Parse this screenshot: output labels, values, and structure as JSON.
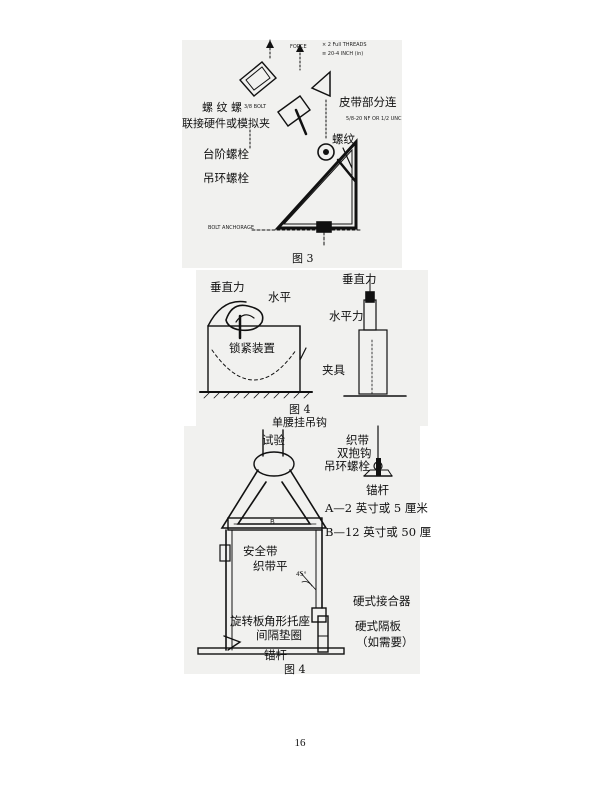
{
  "figure3": {
    "caption": "图 3",
    "labels": {
      "threaded_screw": "螺 纹 螺",
      "connection_hardware": "联接硬件或模拟夹",
      "belt_connection": "皮带部分连",
      "thread": "螺纹",
      "step_bolt": "台阶螺栓",
      "eye_bolt": "吊环螺栓"
    },
    "small_text": {
      "force": "FORCE",
      "note1": "× 2 Full THREADS",
      "note2": "≡ 20-4 INCH (in)",
      "bolt": "3/8 BOLT",
      "nut": "5/8-20 NF OR 1/2 UNC",
      "bolt_anchorage": "BOLT ANCHORAGE"
    }
  },
  "figure4a": {
    "caption": "图 4",
    "subtitle": "单腰挂吊钩",
    "labels": {
      "vertical_force_left": "垂直力",
      "horizontal": "水平",
      "locking_device": "锁紧装置",
      "vertical_force_right": "垂直力",
      "horizontal_force": "水平力",
      "fixture": "夹具"
    }
  },
  "figure4b": {
    "caption": "图 4",
    "labels": {
      "test": "试验",
      "webbing": "织带",
      "double_hook": "双抱钩",
      "eye_bolt": "吊环螺栓",
      "anchor_rod_top": "锚杆",
      "dim_a": "A—2 英寸或 5 厘米",
      "dim_b": "B—12 英寸或 50 厘",
      "safety_belt": "安全带",
      "webbing_flat": "织带平",
      "rigid_connector": "硬式接合器",
      "swivel_plate": "旋转板",
      "angle_bracket": "角形托座",
      "spacer_washer": "间隔垫圈",
      "rigid_spacer": "硬式隔板",
      "if_needed": "（如需要）",
      "anchor_rod_bottom": "锚杆",
      "letter_b": "B",
      "angle": "45°"
    }
  },
  "page_number": "16"
}
